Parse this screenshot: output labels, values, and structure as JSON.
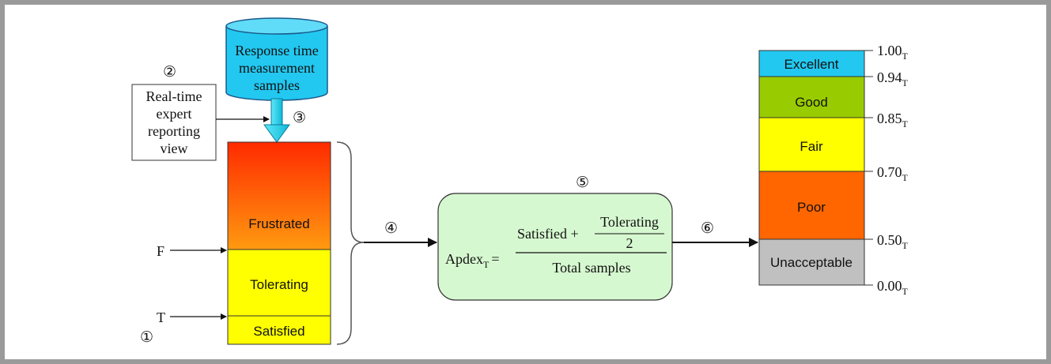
{
  "database": {
    "label_lines": [
      "Response time",
      "measurement",
      "samples"
    ]
  },
  "step_markers": {
    "step1": "①",
    "step2": "②",
    "step3": "③",
    "step4": "④",
    "step5": "⑤",
    "step6": "⑥"
  },
  "expert_view": {
    "label_lines": [
      "Real-time",
      "expert",
      "reporting",
      "view"
    ]
  },
  "response_bar": {
    "zones": {
      "frustrated": "Frustrated",
      "tolerating": "Tolerating",
      "satisfied": "Satisfied"
    },
    "thresholds": {
      "f": "F",
      "t": "T"
    }
  },
  "formula": {
    "lhs": "Apdex",
    "lhs_sub": "T",
    "equals": "=",
    "numerator_term": "Satisfied +",
    "fraction_top": "Tolerating",
    "fraction_bottom": "2",
    "denominator": "Total samples"
  },
  "rating_scale": {
    "bands": {
      "excellent": "Excellent",
      "good": "Good",
      "fair": "Fair",
      "poor": "Poor",
      "unacceptable": "Unacceptable"
    },
    "ticks": {
      "t100": "1.00",
      "t094": "0.94",
      "t085": "0.85",
      "t070": "0.70",
      "t050": "0.50",
      "t000": "0.00",
      "sub": "T"
    }
  },
  "colors": {
    "database": "#22c8f0",
    "frustrated_top": "#ff2a00",
    "frustrated_bottom": "#ff9a10",
    "tolerating": "#ffff00",
    "formula_box": "#d6f8d0",
    "excellent": "#22c8f0",
    "good": "#99cc00",
    "fair": "#ffff00",
    "poor": "#ff6600",
    "unacceptable": "#c0c0c0"
  }
}
